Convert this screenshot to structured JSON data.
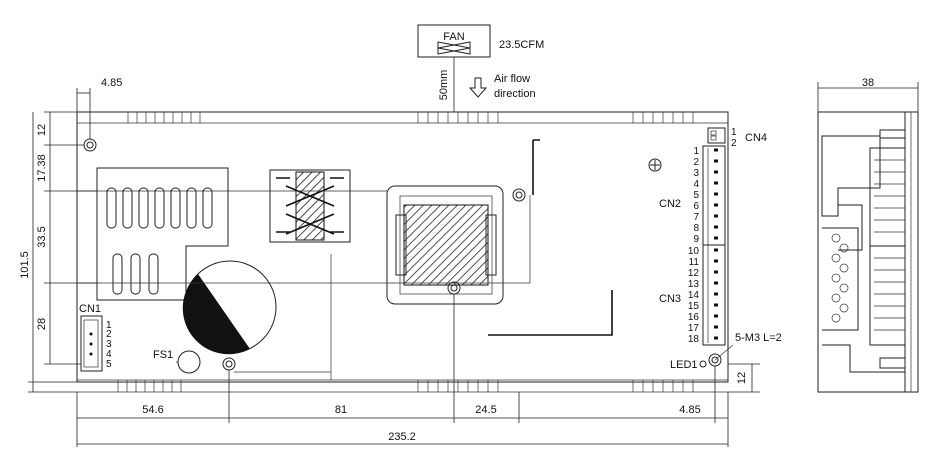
{
  "fan": {
    "label": "FAN",
    "cfm": "23.5CFM",
    "distance": "50mm",
    "airflow_line1": "Air flow",
    "airflow_line2": "direction"
  },
  "connectors": {
    "cn1": "CN1",
    "cn1_pins": [
      "1",
      "2",
      "3",
      "4",
      "5"
    ],
    "cn2": "CN2",
    "cn2_pins": [
      "1",
      "2",
      "3",
      "4",
      "5",
      "6",
      "7",
      "8",
      "9"
    ],
    "cn3": "CN3",
    "cn3_pins": [
      "10",
      "11",
      "12",
      "13",
      "14",
      "15",
      "16",
      "17",
      "18"
    ],
    "cn4": "CN4",
    "cn4_pins": [
      "1",
      "2"
    ]
  },
  "parts": {
    "fuse": "FS1",
    "led": "LED1",
    "mount": "5-M3 L=2"
  },
  "dimensions": {
    "top_offset": "4.85",
    "left_12": "12",
    "left_17_38": "17.38",
    "left_33_5": "33.5",
    "left_28": "28",
    "height": "101.5",
    "right_12": "12",
    "bottom_54_6": "54.6",
    "bottom_81": "81",
    "bottom_24_5": "24.5",
    "bottom_4_85": "4.85",
    "width": "235.2",
    "side_width": "38"
  }
}
